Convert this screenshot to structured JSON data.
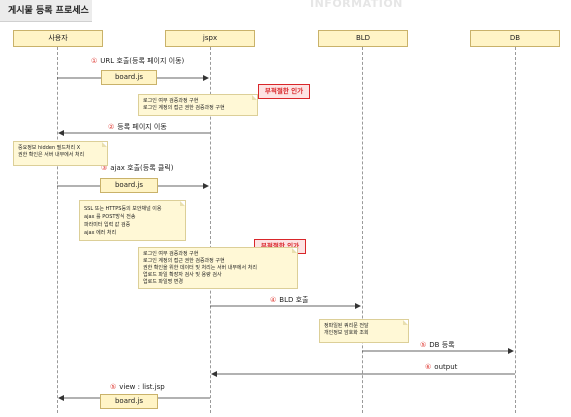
{
  "title": "게시물 등록 프로세스",
  "watermark": "INFORMATION",
  "actors": [
    "사용자",
    "jspx",
    "BLD",
    "DB"
  ],
  "messages": [
    {
      "num": "①",
      "label": "URL 호출(등록 페이지 이동)"
    },
    {
      "num": "②",
      "label": "등록 페이지 이동"
    },
    {
      "num": "③",
      "label": "ajax 호출(등록 클릭)"
    },
    {
      "num": "④",
      "label": "BLD 호출"
    },
    {
      "num": "⑤",
      "label": "DB 등록"
    },
    {
      "num": "⑥",
      "label": "output"
    },
    {
      "num": "⑤",
      "label": "view : list.jsp"
    }
  ],
  "boxes": {
    "boardjs": "board.js"
  },
  "warning": "부적절한 인가",
  "notes": {
    "n1": [
      "로그인 여부 검증과정 구현",
      "로그인 계정의 접근 권한 검증과정 구현"
    ],
    "n2": [
      "중요정보 hidden 필드처리 X",
      "권한 확인은 서버 내부에서 처리"
    ],
    "n3": [
      "SSL 또는 HTTPS등의 보안채널 이용",
      "ajax 를 POST방식 전송",
      "파라미터 입력 값 검증",
      "ajax 에러 처리"
    ],
    "n4": [
      "로그인 여부 검증과정 구현",
      "로그인 계정의 접근 권한 검증과정 구현",
      "권한 확인을 위한 데이터 및 처리는 서버 내부에서 처리",
      "업로드 파일 확장자 검사 및 용량 검사",
      "업로드 파일명 변경"
    ],
    "n5": [
      "정파일된 쿼리문 전달",
      "개인정보 암호화 조회"
    ]
  }
}
